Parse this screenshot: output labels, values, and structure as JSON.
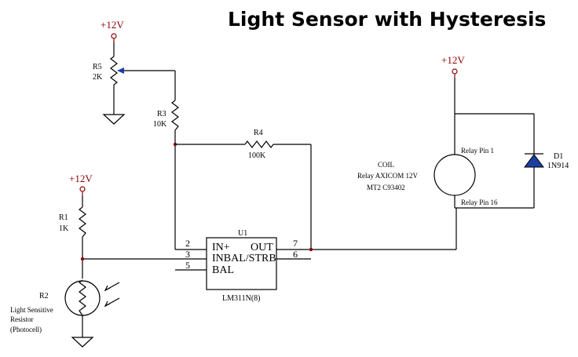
{
  "title": "Light Sensor with Hysteresis",
  "colors": {
    "supply": "#8b0000",
    "wire": "#000000",
    "diode_fill": "#1a3fa0",
    "node": "#8b0000"
  },
  "supplies": {
    "r5": "+12V",
    "relay": "+12V",
    "r1": "+12V"
  },
  "r5": {
    "ref": "R5",
    "value": "2K"
  },
  "r3": {
    "ref": "R3",
    "value": "10K"
  },
  "r4": {
    "ref": "R4",
    "value": "100K"
  },
  "r1": {
    "ref": "R1",
    "value": "1K"
  },
  "r2": {
    "ref": "R2",
    "desc_line1": "Light Sensitive",
    "desc_line2": "Resistor",
    "desc_line3": "(Photocell)"
  },
  "d1": {
    "ref": "D1",
    "value": "1N914"
  },
  "relay": {
    "coil_label": "COIL",
    "model_line1": "Relay AXICOM 12V",
    "model_line2": "MT2 C93402",
    "pin_top": "Relay Pin 1",
    "pin_bottom": "Relay Pin 16"
  },
  "u1": {
    "ref": "U1",
    "part": "LM311N(8)",
    "pins": {
      "in_plus": "2",
      "inbal": "3",
      "bal": "5",
      "out": "7",
      "pin6": "6"
    },
    "labels": {
      "in_plus": "IN+",
      "out": "OUT",
      "inbal": "INBAL/STRB",
      "bal": "BAL"
    }
  },
  "icons": [
    "ground-icon",
    "potentiometer-icon",
    "resistor-icon",
    "photocell-icon",
    "diode-icon",
    "relay-coil-icon",
    "light-arrow-icon",
    "supply-terminal-icon"
  ]
}
